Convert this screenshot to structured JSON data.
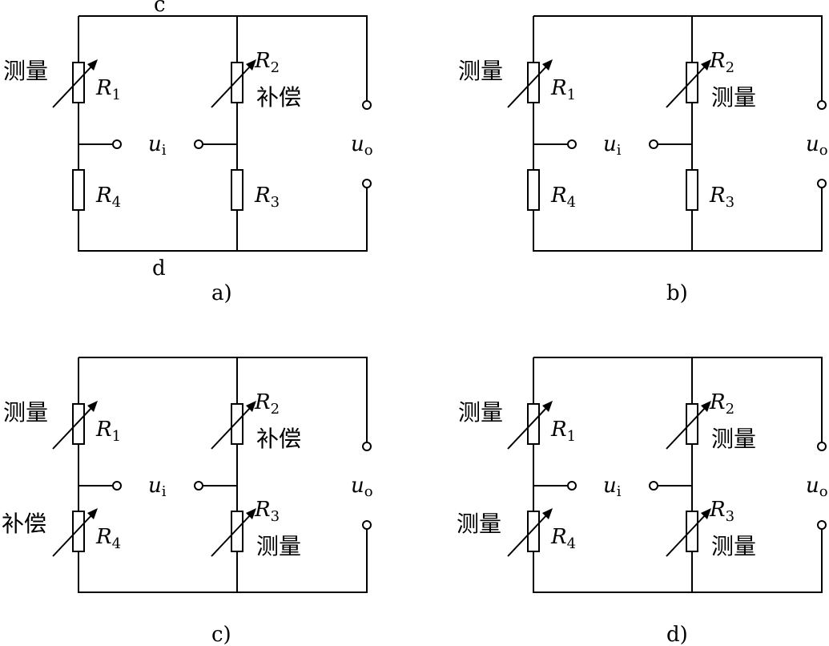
{
  "panels": [
    {
      "id": "a",
      "caption": "a)",
      "node_top": "c",
      "node_bottom": "d",
      "R1": {
        "name": "R",
        "sub": "1",
        "variable": true,
        "label": "测量"
      },
      "R2": {
        "name": "R",
        "sub": "2",
        "variable": true,
        "label": "补偿"
      },
      "R3": {
        "name": "R",
        "sub": "3",
        "variable": false,
        "label": ""
      },
      "R4": {
        "name": "R",
        "sub": "4",
        "variable": false,
        "label": ""
      },
      "ui": {
        "name": "u",
        "sub": "i"
      },
      "uo": {
        "name": "u",
        "sub": "o"
      }
    },
    {
      "id": "b",
      "caption": "b)",
      "node_top": "",
      "node_bottom": "",
      "R1": {
        "name": "R",
        "sub": "1",
        "variable": true,
        "label": "测量"
      },
      "R2": {
        "name": "R",
        "sub": "2",
        "variable": true,
        "label": "测量"
      },
      "R3": {
        "name": "R",
        "sub": "3",
        "variable": false,
        "label": ""
      },
      "R4": {
        "name": "R",
        "sub": "4",
        "variable": false,
        "label": ""
      },
      "ui": {
        "name": "u",
        "sub": "i"
      },
      "uo": {
        "name": "u",
        "sub": "o"
      }
    },
    {
      "id": "c",
      "caption": "c)",
      "node_top": "",
      "node_bottom": "",
      "R1": {
        "name": "R",
        "sub": "1",
        "variable": true,
        "label": "测量"
      },
      "R2": {
        "name": "R",
        "sub": "2",
        "variable": true,
        "label": "补偿"
      },
      "R3": {
        "name": "R",
        "sub": "3",
        "variable": true,
        "label": "测量"
      },
      "R4": {
        "name": "R",
        "sub": "4",
        "variable": true,
        "label": "补偿"
      },
      "ui": {
        "name": "u",
        "sub": "i"
      },
      "uo": {
        "name": "u",
        "sub": "o"
      }
    },
    {
      "id": "d",
      "caption": "d)",
      "node_top": "",
      "node_bottom": "",
      "R1": {
        "name": "R",
        "sub": "1",
        "variable": true,
        "label": "测量"
      },
      "R2": {
        "name": "R",
        "sub": "2",
        "variable": true,
        "label": "测量"
      },
      "R3": {
        "name": "R",
        "sub": "3",
        "variable": true,
        "label": "测量"
      },
      "R4": {
        "name": "R",
        "sub": "4",
        "variable": true,
        "label": "测量"
      },
      "ui": {
        "name": "u",
        "sub": "i"
      },
      "uo": {
        "name": "u",
        "sub": "o"
      }
    }
  ]
}
